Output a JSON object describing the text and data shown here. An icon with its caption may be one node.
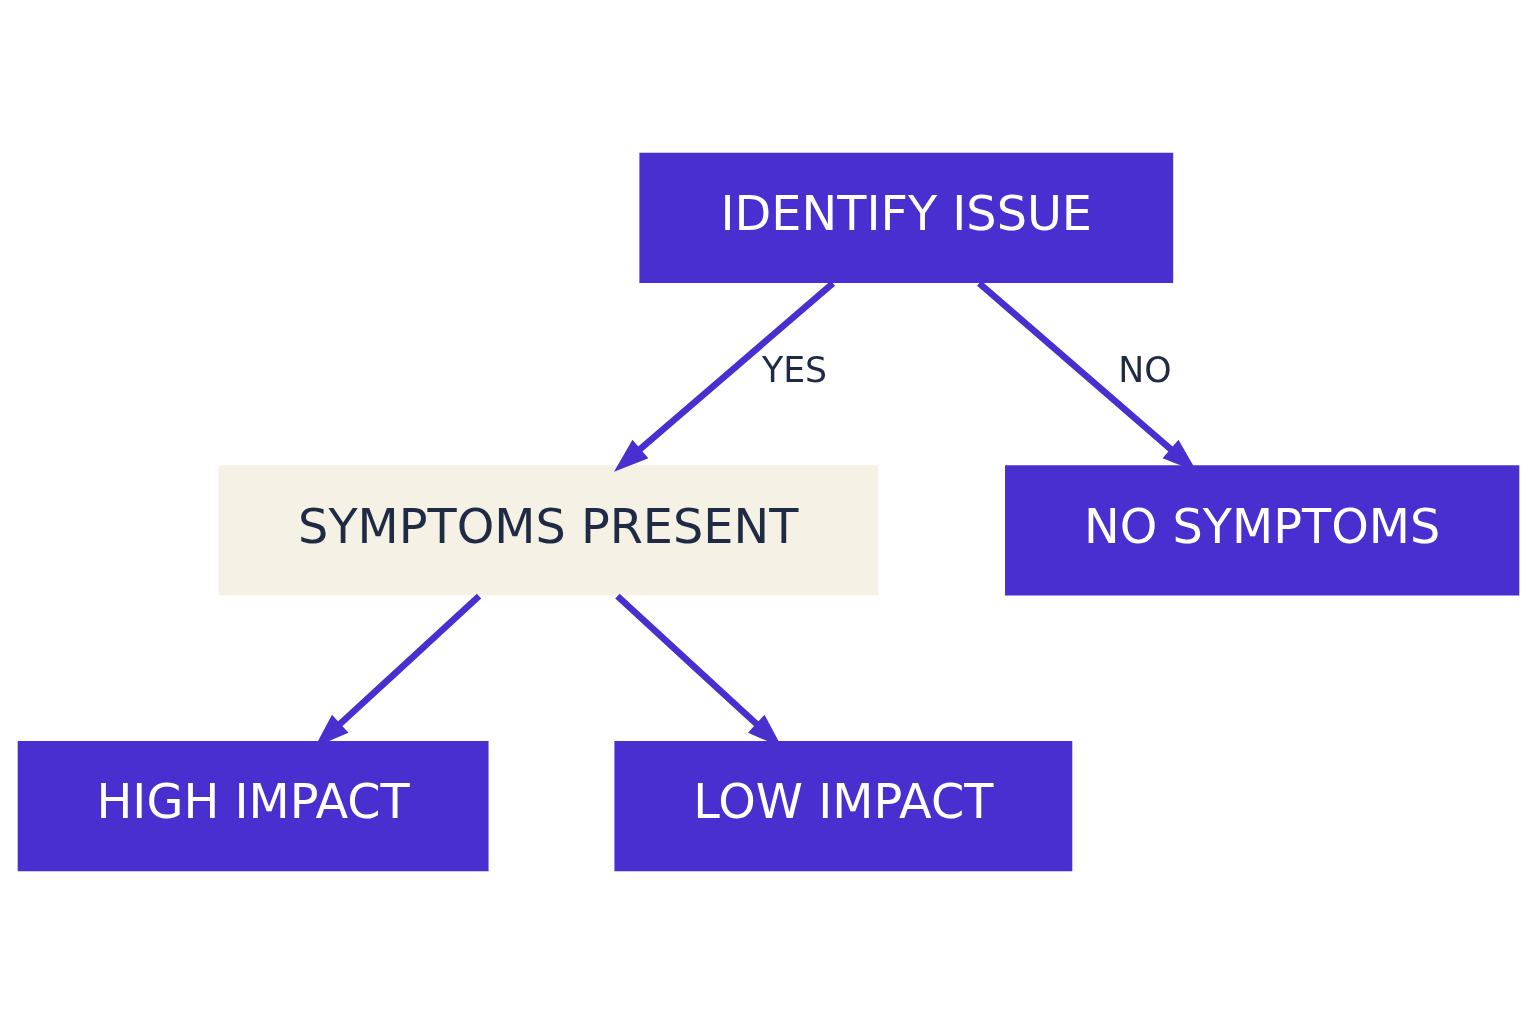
{
  "diagram": {
    "nodes": [
      {
        "text": [
          "IDENTIFY ISSUE"
        ]
      },
      {
        "text": [
          "SYMPTOMS PRESENT"
        ]
      },
      {
        "text": [
          "NO SYMPTOMS"
        ]
      },
      {
        "text": [
          "HIGH IMPACT"
        ]
      },
      {
        "text": [
          "LOW IMPACT"
        ]
      }
    ],
    "edges": [
      {
        "from": 0,
        "to": 1,
        "arrow": "to",
        "label": "YES"
      },
      {
        "from": 0,
        "to": 2,
        "arrow": "to",
        "label": "NO"
      },
      {
        "from": 1,
        "to": 3,
        "arrow": "to"
      },
      {
        "from": 1,
        "to": 4,
        "arrow": "to"
      }
    ]
  }
}
